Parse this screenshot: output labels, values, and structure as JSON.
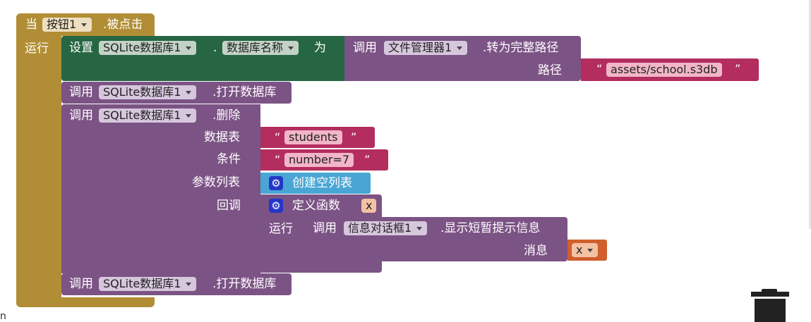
{
  "event_block": {
    "when": "当",
    "component": "按钮1",
    "event": ".被点击",
    "do": "运行"
  },
  "set_block": {
    "set": "设置",
    "component": "SQLite数据库1",
    "dot": ".",
    "property": "数据库名称",
    "to": "为"
  },
  "file_call": {
    "call": "调用",
    "component": "文件管理器1",
    "method": ".转为完整路径",
    "param_label": "路径",
    "path_value": "assets/school.s3db"
  },
  "open_call_1": {
    "call": "调用",
    "component": "SQLite数据库1",
    "method": ".打开数据库"
  },
  "delete_call": {
    "call": "调用",
    "component": "SQLite数据库1",
    "method": ".删除",
    "table_label": "数据表",
    "table_value": "students",
    "cond_label": "条件",
    "cond_value": "number=7",
    "params_label": "参数列表",
    "params_block": "创建空列表",
    "callback_label": "回调"
  },
  "lambda_block": {
    "define": "定义函数",
    "param": "x",
    "do": "运行"
  },
  "notifier_call": {
    "call": "调用",
    "component": "信息对话框1",
    "method": ".显示短暂提示信息",
    "msg_label": "消息",
    "msg_value": "x"
  },
  "open_call_2": {
    "call": "调用",
    "component": "SQLite数据库1",
    "method": ".打开数据库"
  },
  "quote_open": "“",
  "quote_close": "”",
  "gear_glyph": "⚙",
  "corner_text": "n",
  "colors": {
    "event": "#b18e35",
    "set": "#266643",
    "component": "#7c5385",
    "text": "#b32d5e",
    "list": "#49a6d4",
    "variable": "#d05f2d"
  }
}
